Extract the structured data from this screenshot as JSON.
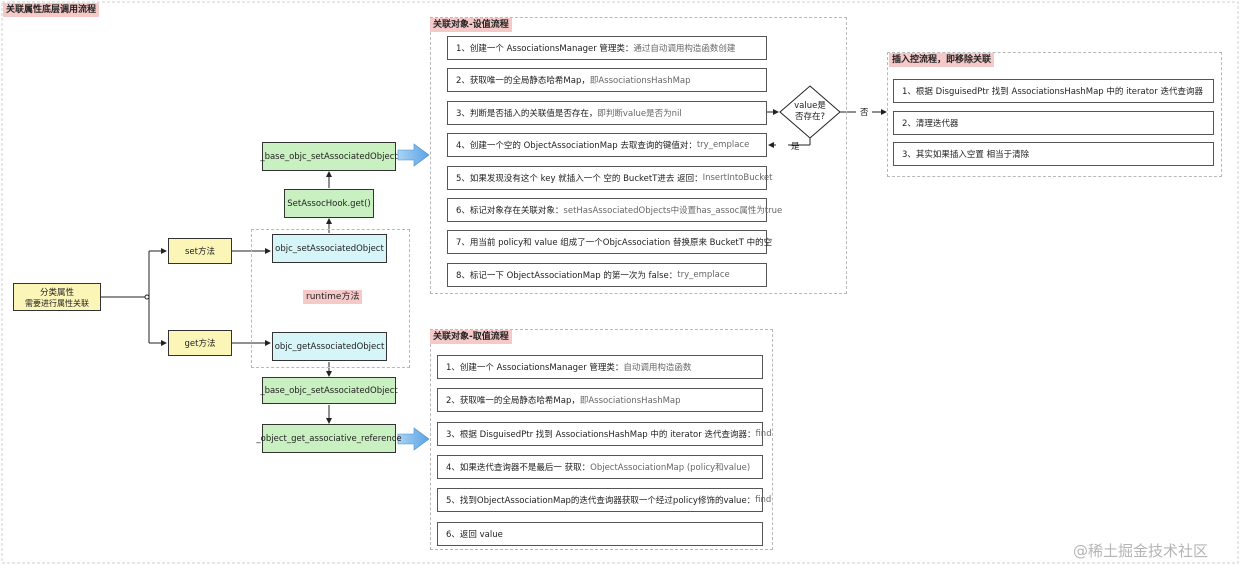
{
  "main_title": "关联属性底层调用流程",
  "source": {
    "title": "分类属性",
    "subtitle": "需要进行属性关联"
  },
  "set_method": "set方法",
  "get_method": "get方法",
  "runtime_label": "runtime方法",
  "objc_set": "objc_setAssociatedObject",
  "objc_get": "objc_getAssociatedObject",
  "hook_get": "SetAssocHook.get()",
  "base_set": "_base_objc_setAssociatedObject",
  "base_get": "_base_objc_setAssociatedObject",
  "object_get_ref": "_object_get_associative_reference",
  "set_flow": {
    "title": "关联对象-设值流程",
    "steps": [
      {
        "main": "1、创建一个 AssociationsManager 管理类：",
        "sub": "通过自动调用构造函数创建"
      },
      {
        "main": "2、获取唯一的全局静态哈希Map，",
        "sub": "即AssociationsHashMap"
      },
      {
        "main": "3、判断是否插入的关联值是否存在，",
        "sub": "即判断value是否为nil"
      },
      {
        "main": "4、创建一个空的 ObjectAssociationMap 去取查询的键值对：",
        "sub": "try_emplace"
      },
      {
        "main": "5、如果发现没有这个 key 就插入一个 空的 BucketT进去 返回：",
        "sub": "InsertIntoBucket"
      },
      {
        "main": "6、标记对象存在关联对象：",
        "sub": "setHasAssociatedObjects中设置has_assoc属性为true"
      },
      {
        "main": "7、用当前 policy和 value 组成了一个ObjcAssociation 替换原来 BucketT 中的空",
        "sub": ""
      },
      {
        "main": "8、标记一下 ObjectAssociationMap 的第一次为 false：",
        "sub": "try_emplace"
      }
    ]
  },
  "decision": {
    "line1": "value是",
    "line2": "否存在?",
    "no": "否",
    "yes": "是"
  },
  "insert_flow": {
    "title": "插入控流程，即移除关联",
    "steps": [
      {
        "main": "1、根据 DisguisedPtr 找到 AssociationsHashMap 中的 iterator 迭代查询器"
      },
      {
        "main": "2、清理迭代器"
      },
      {
        "main": "3、其实如果插入空置 相当于清除"
      }
    ]
  },
  "get_flow": {
    "title": "关联对象-取值流程",
    "steps": [
      {
        "main": "1、创建一个 AssociationsManager 管理类：",
        "sub": "自动调用构造函数"
      },
      {
        "main": "2、获取唯一的全局静态哈希Map，",
        "sub": "即AssociationsHashMap"
      },
      {
        "main": "3、根据 DisguisedPtr 找到 AssociationsHashMap 中的 iterator 迭代查询器：",
        "sub": "find"
      },
      {
        "main": "4、如果迭代查询器不是最后一 获取：",
        "sub": "ObjectAssociationMap (policy和value)"
      },
      {
        "main": "5、找到ObjectAssociationMap的迭代查询器获取一个经过policy修饰的value：",
        "sub": "find"
      },
      {
        "main": "6、返回 value",
        "sub": ""
      }
    ]
  },
  "watermark": "@稀土掘金技术社区",
  "colors": {
    "green": "#c9f0c0",
    "cyan": "#d6f5f8",
    "yellow": "#fbf5b7",
    "title_bg": "#f6c9c9",
    "arrow_blue": "#79b6e9"
  }
}
